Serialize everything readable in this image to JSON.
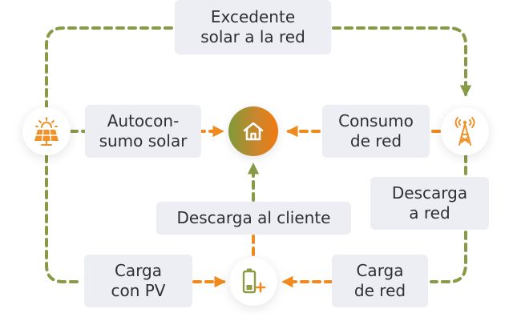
{
  "colors": {
    "pv_flow": "#879a45",
    "grid_flow": "#f08a1c",
    "label_bg": "#eceef3",
    "text": "#2d2f33"
  },
  "nodes": {
    "solar": {
      "icon": "solar-panel-icon"
    },
    "home": {
      "icon": "home-icon"
    },
    "grid": {
      "icon": "grid-tower-icon"
    },
    "battery": {
      "icon": "battery-icon"
    }
  },
  "labels": {
    "excedente": "Excedente\nsolar a la red",
    "autoconsumo": "Autocon-\nsumo solar",
    "consumo_red": "Consumo\nde red",
    "descarga_red": "Descarga\na red",
    "descarga_cliente": "Descarga al cliente",
    "carga_pv": "Carga\ncon PV",
    "carga_red": "Carga\nde red"
  }
}
